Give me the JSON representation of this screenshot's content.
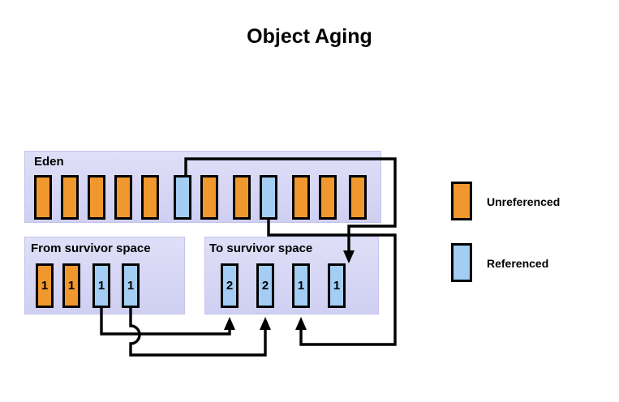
{
  "title": "Object Aging",
  "colors": {
    "unreferenced": "#f0982e",
    "referenced": "#a3cdf2",
    "region_background": "#d3d3f2",
    "outline": "#000000",
    "page_background": "#ffffff"
  },
  "regions": {
    "eden": {
      "label": "Eden",
      "cells": [
        {
          "value": "",
          "state": "unreferenced"
        },
        {
          "value": "",
          "state": "unreferenced"
        },
        {
          "value": "",
          "state": "unreferenced"
        },
        {
          "value": "",
          "state": "unreferenced"
        },
        {
          "value": "",
          "state": "unreferenced"
        },
        {
          "value": "",
          "state": "referenced"
        },
        {
          "value": "",
          "state": "unreferenced"
        },
        {
          "value": "",
          "state": "unreferenced"
        },
        {
          "value": "",
          "state": "referenced"
        },
        {
          "value": "",
          "state": "unreferenced"
        },
        {
          "value": "",
          "state": "unreferenced"
        },
        {
          "value": "",
          "state": "unreferenced"
        }
      ]
    },
    "from_survivor": {
      "label": "From survivor space",
      "cells": [
        {
          "value": "1",
          "state": "unreferenced"
        },
        {
          "value": "1",
          "state": "unreferenced"
        },
        {
          "value": "1",
          "state": "referenced"
        },
        {
          "value": "1",
          "state": "referenced"
        }
      ]
    },
    "to_survivor": {
      "label": "To survivor space",
      "cells": [
        {
          "value": "2",
          "state": "referenced"
        },
        {
          "value": "2",
          "state": "referenced"
        },
        {
          "value": "1",
          "state": "referenced"
        },
        {
          "value": "1",
          "state": "referenced"
        }
      ]
    }
  },
  "legend": {
    "items": [
      {
        "label": "Unreferenced",
        "state": "unreferenced"
      },
      {
        "label": "Referenced",
        "state": "referenced"
      }
    ]
  },
  "connections": [
    {
      "from": "from_survivor.cell.3",
      "to": "to_survivor.cell.1"
    },
    {
      "from": "from_survivor.cell.4",
      "to": "to_survivor.cell.2"
    },
    {
      "from": "eden.cell.6",
      "to": "to_survivor.cell.3"
    },
    {
      "from": "eden.cell.9",
      "to": "to_survivor.cell.4"
    }
  ]
}
